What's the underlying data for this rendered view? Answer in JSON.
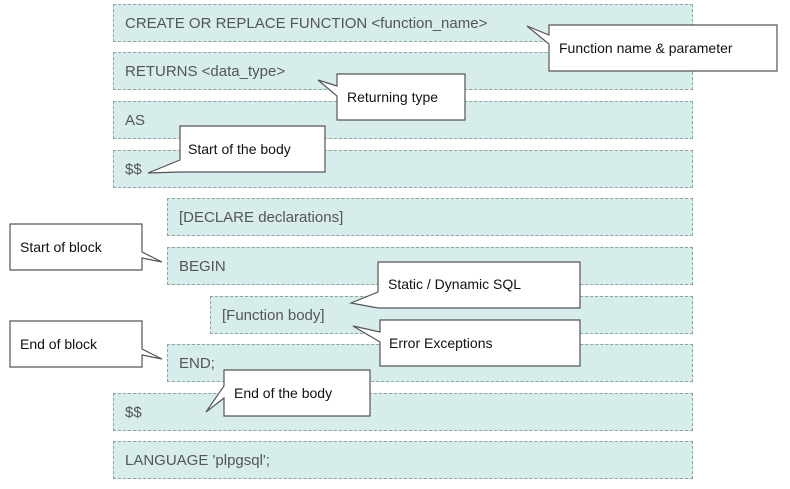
{
  "code_lines": [
    "CREATE OR REPLACE FUNCTION <function_name>",
    "RETURNS <data_type>",
    "AS",
    "$$",
    "[DECLARE declarations]",
    "BEGIN",
    "[Function body]",
    "END;",
    "$$",
    "LANGUAGE 'plpgsql';"
  ],
  "callouts": {
    "function_name": "Function name & parameter",
    "return_type": "Returning type",
    "start_body": "Start of the body",
    "start_block": "Start of block",
    "sql": "Static / Dynamic SQL",
    "end_block": "End of block",
    "error": "Error Exceptions",
    "end_body": "End of the body"
  },
  "colors": {
    "row_fill": "#d6edeb",
    "row_border": "#8aa5a3",
    "code_text": "#555555",
    "callout_border": "#555555"
  }
}
